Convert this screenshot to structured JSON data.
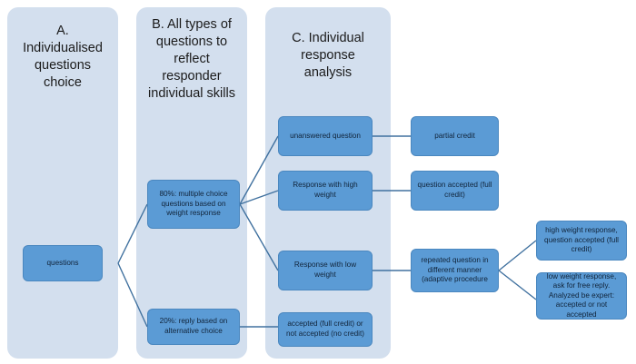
{
  "diagram": {
    "title_a": "A. Individualised questions choice",
    "title_b": "B. All types of questions to reflect responder individual skills",
    "title_c": "C. Individual response analysis",
    "colors": {
      "panel": "#d3dfee",
      "node": "#5b9bd5",
      "connector": "#40719f",
      "background": "#ffffff"
    }
  },
  "panels": [
    {
      "label": "A.\nIndividualised\nquestions\nchoice"
    },
    {
      "label": "B. All types of\nquestions to\nreflect\nresponder\nindividual skills"
    },
    {
      "label": "C. Individual\nresponse\nanalysis"
    }
  ],
  "nodes": {
    "questions": "questions",
    "multiple_choice": "80%: multiple choice questions based on weight response",
    "alternative_choice": "20%: reply based on alternative choice",
    "unanswered": "unanswered question",
    "high_weight": "Response with high weight",
    "low_weight": "Response with low weight",
    "accepted_or_not": "accepted (full credit) or not accepted (no credit)",
    "partial_credit": "partial credit",
    "question_accepted": "question accepted (full credit)",
    "repeated_question": "repeated question in different manner (adaptive procedure",
    "high_weight_response": "high weight response, question accepted (full credit)",
    "low_weight_response": "low weight response, ask for  free reply. Analyzed be expert: accepted or not accepted"
  }
}
